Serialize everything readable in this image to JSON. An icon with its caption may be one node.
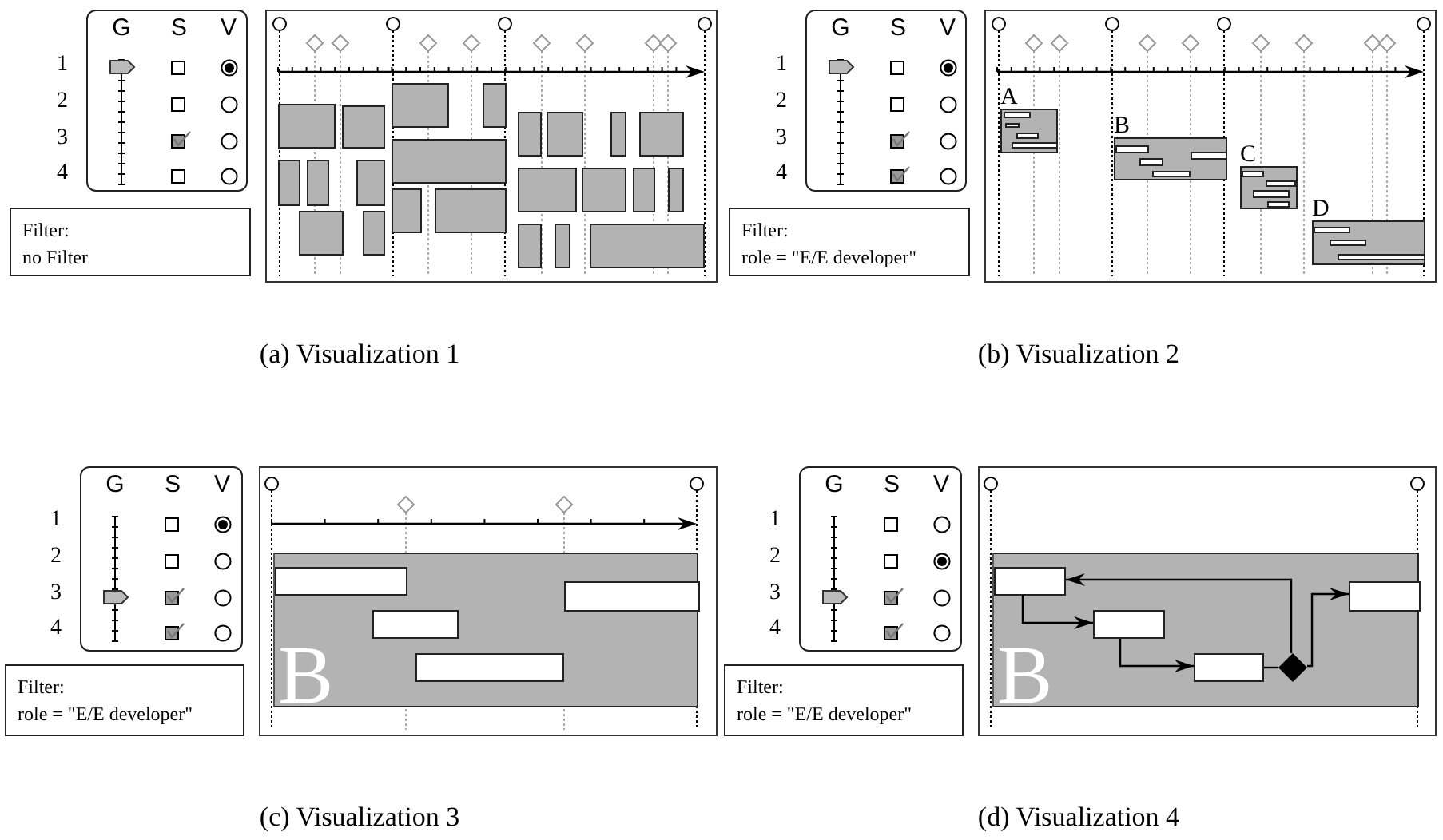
{
  "diagram": {
    "nodes": [
      {
        "text": [
          "G",
          "S",
          "V"
        ]
      },
      {
        "text": [
          "Filter:",
          "no Filter"
        ]
      },
      {
        "text": [
          "G",
          "S",
          "V"
        ]
      },
      {
        "text": [
          "Filter:",
          "role = \"E/E developer\""
        ]
      },
      {
        "text": [
          "A"
        ]
      },
      {
        "text": [
          "B"
        ]
      },
      {
        "text": [
          "C"
        ]
      },
      {
        "text": [
          "D"
        ]
      },
      {
        "text": [
          "G",
          "S",
          "V"
        ]
      },
      {
        "text": [
          "Filter:",
          "role = \"E/E developer\""
        ]
      },
      {
        "text": [
          "B"
        ]
      },
      {
        "text": [
          "G",
          "S",
          "V"
        ]
      },
      {
        "text": [
          "Filter:",
          "role = \"E/E developer\""
        ]
      },
      {
        "text": [
          "B"
        ]
      },
      {
        "text": [],
        "shape": "box",
        "in": 13
      },
      {
        "text": [],
        "shape": "box",
        "in": 13
      },
      {
        "text": [],
        "shape": "box",
        "in": 13
      },
      {
        "text": [],
        "shape": "diamond",
        "in": 13
      },
      {
        "text": [],
        "shape": "box",
        "in": 13
      }
    ],
    "edges": [
      {
        "from": 14,
        "to": 15,
        "arrow": "to"
      },
      {
        "from": 15,
        "to": 16,
        "arrow": "to"
      },
      {
        "from": 16,
        "to": 17,
        "arrow": "none"
      },
      {
        "from": 17,
        "to": 14,
        "arrow": "to"
      },
      {
        "from": 17,
        "to": 18,
        "arrow": "to"
      }
    ],
    "labels": [
      "1",
      "2",
      "3",
      "4",
      "(a) Visualization 1",
      "1",
      "2",
      "3",
      "4",
      "(b) Visualization 2",
      "1",
      "2",
      "3",
      "4",
      "(c) Visualization 3",
      "1",
      "2",
      "3",
      "4",
      "(d) Visualization 4"
    ]
  }
}
